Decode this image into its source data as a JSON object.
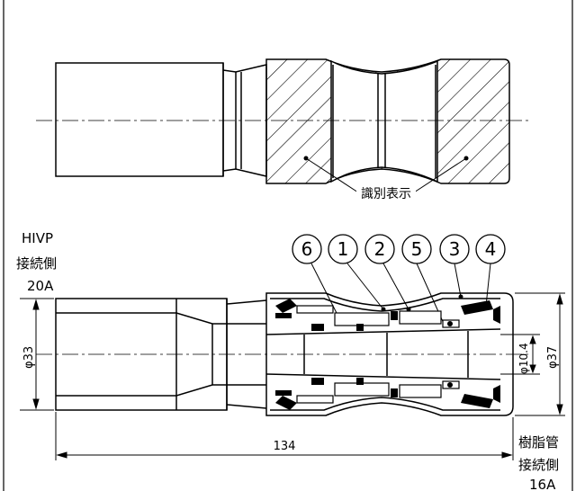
{
  "labels": {
    "identification_mark": "識別表示",
    "left_side_line1": "HIVP",
    "left_side_line2": "接続側",
    "left_side_line3": "20A",
    "right_side_line1": "樹脂管",
    "right_side_line2": "接続側",
    "right_side_line3": "16A"
  },
  "dimensions": {
    "overall_length": "134",
    "left_diameter": "φ33",
    "right_diameter": "φ37",
    "inner_diameter": "φ10.4"
  },
  "balloons": [
    "6",
    "1",
    "2",
    "5",
    "3",
    "4"
  ]
}
